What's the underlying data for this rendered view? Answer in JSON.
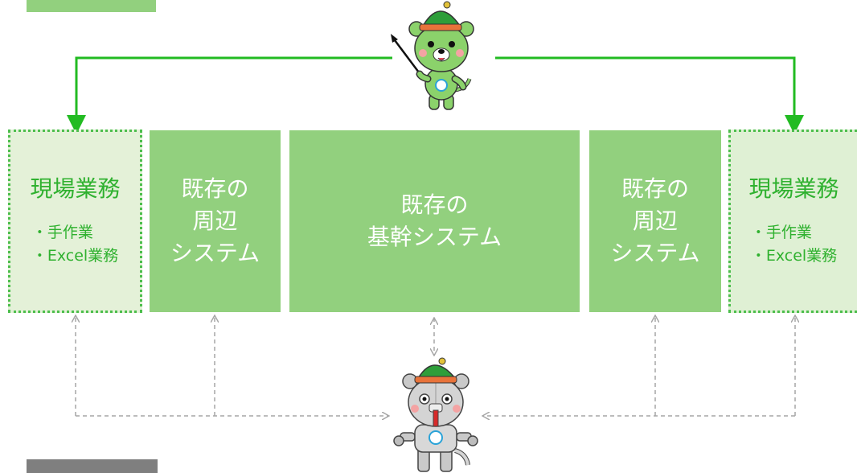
{
  "diagram": {
    "left_panel": {
      "title": "現場業務",
      "items": [
        "手作業",
        "Excel業務"
      ]
    },
    "left_system": {
      "lines": [
        "既存の",
        "周辺",
        "システム"
      ]
    },
    "core_system": {
      "lines": [
        "既存の",
        "基幹システム"
      ]
    },
    "right_system": {
      "lines": [
        "既存の",
        "周辺",
        "システム"
      ]
    },
    "right_panel": {
      "title": "現場業務",
      "items": [
        "手作業",
        "Excel業務"
      ]
    }
  },
  "icons": {
    "top": "green-bear-mascot-icon",
    "bottom": "robot-bear-mascot-icon"
  },
  "colors": {
    "block": "#92d07e",
    "panel": "#e4f1d8",
    "panel_text": "#2fb12f",
    "arrow": "#22bb22",
    "dashed": "#a6a6a6"
  }
}
